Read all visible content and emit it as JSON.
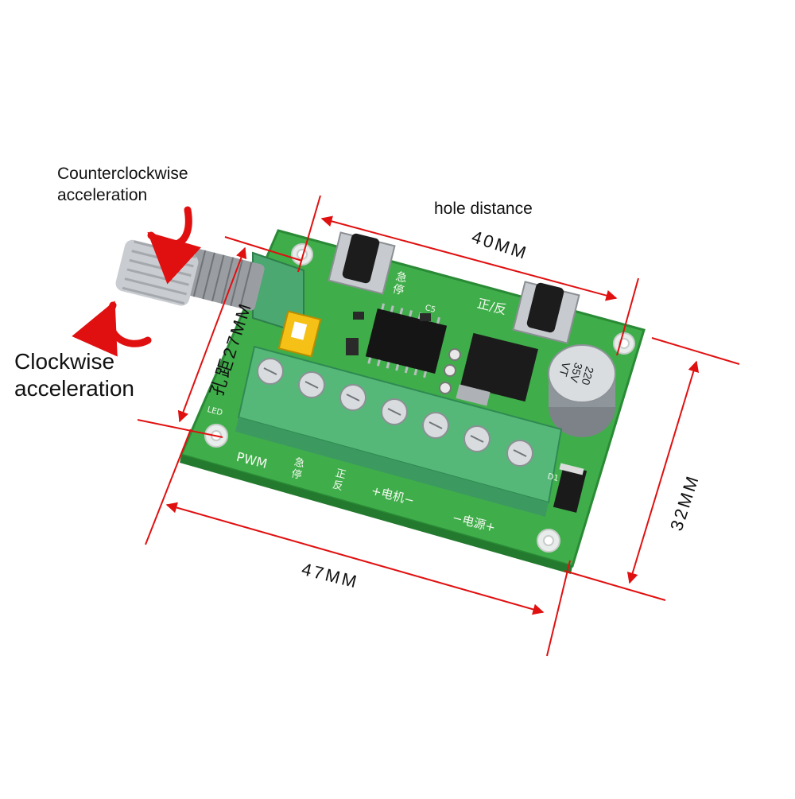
{
  "labels": {
    "counterclockwise_line1": "Counterclockwise",
    "counterclockwise_line2": "acceleration",
    "clockwise_line1": "Clockwise",
    "clockwise_line2": "acceleration",
    "hole_distance": "hole distance",
    "dim_40": "40MM",
    "dim_47": "47MM",
    "dim_32": "32MM",
    "dim_27": "孔距27MM"
  },
  "board_silkscreen": {
    "pwm": "PWM",
    "estop": "急停",
    "fwd_rev": "正反",
    "motor": "+电机−",
    "power": "−电源+",
    "fwd_rev_top": "正/反",
    "estop_top": "急停",
    "led": "LED",
    "d1": "D1",
    "c5": "C5"
  },
  "capacitor": {
    "line1": "220",
    "line2": "35V",
    "line3": "VT"
  },
  "colors": {
    "pcb": "#3fae4a",
    "terminal": "#55b878",
    "arrow": "#e01010",
    "jumper": "#f5c116",
    "ink": "#111111"
  }
}
